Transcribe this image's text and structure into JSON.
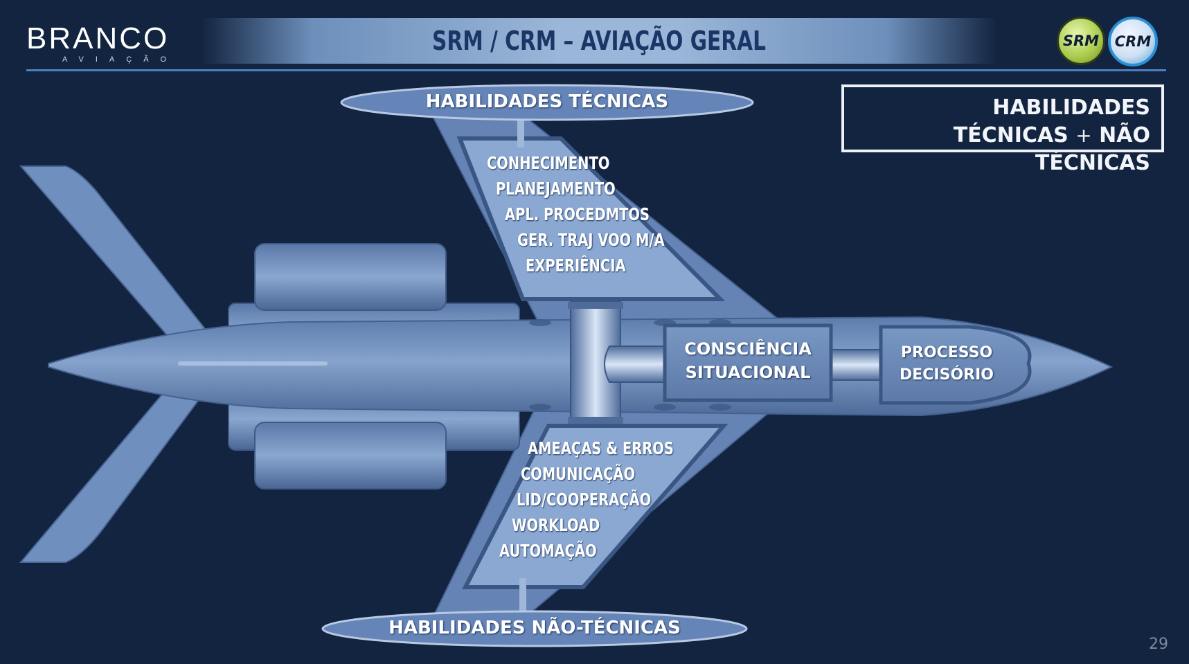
{
  "logo": {
    "word": "BRANCO",
    "sub": "AVIAÇÃO"
  },
  "header": {
    "title": "SRM / CRM – AVIAÇÃO GERAL"
  },
  "badges": {
    "srm": "SRM",
    "crm": "CRM"
  },
  "box": {
    "line1": "HABILIDADES",
    "line2a": "TÉCNICAS",
    "plus": "+",
    "line2b": "NÃO TÉCNICAS"
  },
  "top_ellipse": "HABILIDADES TÉCNICAS",
  "bottom_ellipse": "HABILIDADES NÃO-TÉCNICAS",
  "technical_skills": [
    "CONHECIMENTO",
    "PLANEJAMENTO",
    "APL. PROCEDMTOS",
    "GER. TRAJ VOO M/A",
    "EXPERIÊNCIA"
  ],
  "non_technical_skills": [
    "AMEAÇAS & ERROS",
    "COMUNICAÇÃO",
    "LID/COOPERAÇÃO",
    "WORKLOAD",
    "AUTOMAÇÃO"
  ],
  "center_block": {
    "line1": "CONSCIÊNCIA",
    "line2": "SITUACIONAL"
  },
  "nose_block": {
    "line1": "PROCESSO",
    "line2": "DECISÓRIO"
  },
  "page_number": "29",
  "colors": {
    "background": "#122440",
    "aircraft": "#6f8fbf",
    "rule": "#4d7fc2",
    "title_text": "#1a3566"
  }
}
